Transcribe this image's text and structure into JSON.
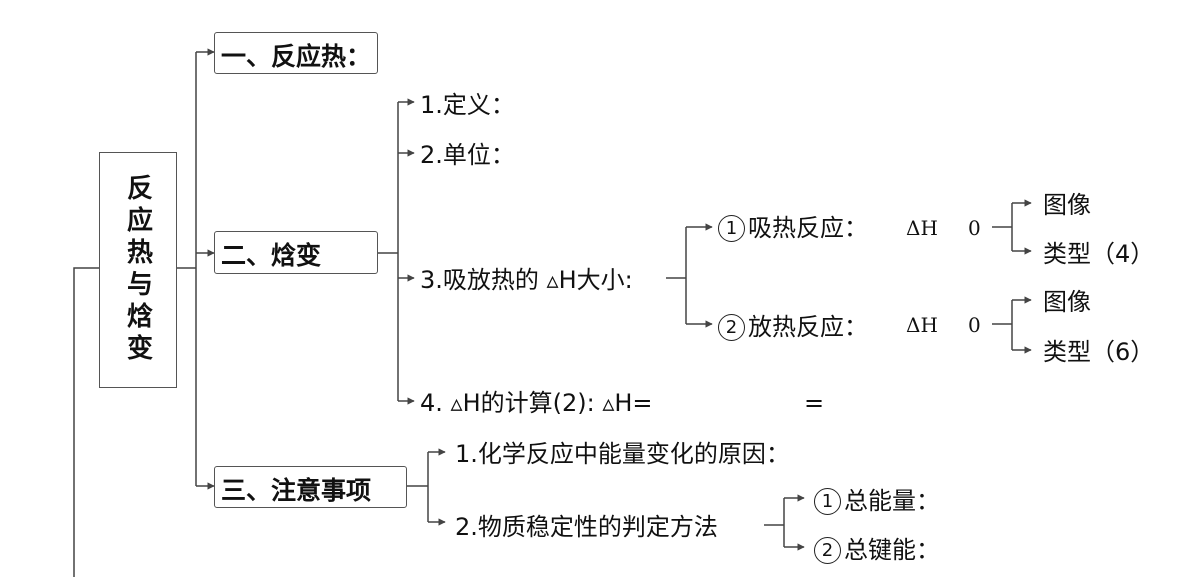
{
  "root": {
    "title": "反应热与焓变"
  },
  "sections": [
    {
      "title": "一、反应热："
    },
    {
      "title": "二、焓变"
    },
    {
      "title": "三、注意事项"
    }
  ],
  "enthalpy": {
    "items": [
      "1.定义：",
      "2.单位：",
      "3.吸放热的 ▵H大小:",
      "4. ▵H的计算(2):  ▵H="
    ],
    "equals": "=",
    "endo": {
      "num": "1",
      "label": "吸热反应：",
      "dh": "ΔH",
      "zero": "0",
      "children": [
        "图像",
        "类型（4）"
      ]
    },
    "exo": {
      "num": "2",
      "label": "放热反应：",
      "dh": "ΔH",
      "zero": "0",
      "children": [
        "图像",
        "类型（6）"
      ]
    }
  },
  "notes": {
    "items": [
      "1.化学反应中能量变化的原因：",
      "2.物质稳定性的判定方法"
    ],
    "sub": [
      {
        "num": "1",
        "label": "总能量："
      },
      {
        "num": "2",
        "label": "总键能："
      }
    ]
  }
}
